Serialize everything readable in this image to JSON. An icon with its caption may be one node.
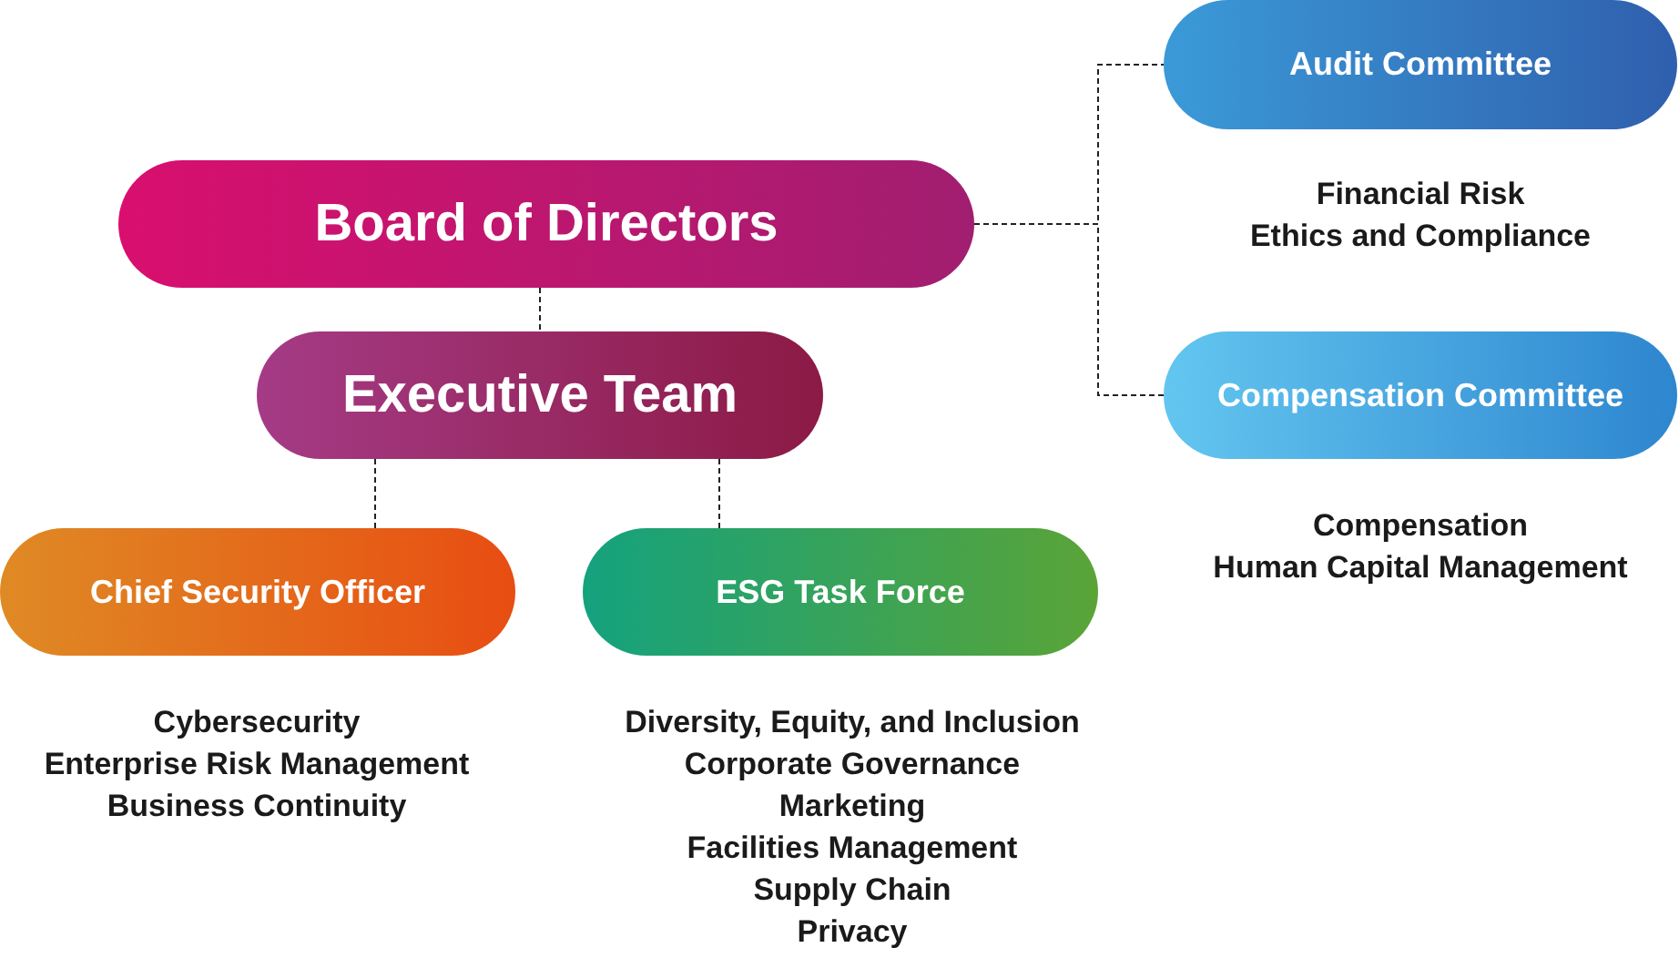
{
  "diagram": {
    "nodes": [
      {
        "text": [
          "Board of Directors"
        ]
      },
      {
        "text": [
          "Executive Team"
        ]
      },
      {
        "text": [
          "Chief Security Officer"
        ],
        "beside": [
          "Cybersecurity",
          "Enterprise Risk Management",
          "Business Continuity"
        ]
      },
      {
        "text": [
          "ESG Task Force"
        ],
        "beside": [
          "Diversity, Equity, and Inclusion",
          "Corporate Governance",
          "Marketing",
          "Facilities Management",
          "Supply Chain",
          "Privacy"
        ]
      },
      {
        "text": [
          "Audit Committee"
        ],
        "beside": [
          "Financial Risk",
          "Ethics and Compliance"
        ]
      },
      {
        "text": [
          "Compensation Committee"
        ],
        "beside": [
          "Compensation",
          "Human Capital Management"
        ]
      }
    ],
    "edges": [
      {
        "from": 0,
        "to": 1,
        "arrow": "none",
        "style": "dashed"
      },
      {
        "from": 1,
        "to": 2,
        "arrow": "none",
        "style": "dashed"
      },
      {
        "from": 1,
        "to": 3,
        "arrow": "none",
        "style": "dashed"
      },
      {
        "from": 0,
        "to": 4,
        "arrow": "none",
        "style": "dashed"
      },
      {
        "from": 0,
        "to": 5,
        "arrow": "none",
        "style": "dashed"
      }
    ]
  }
}
